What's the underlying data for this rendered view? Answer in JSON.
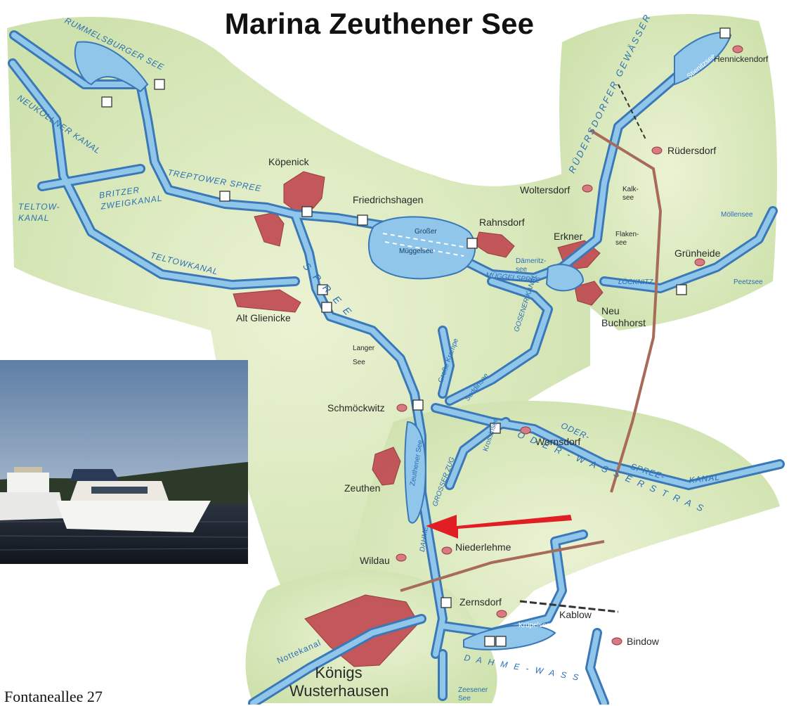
{
  "title": "Marina Zeuthener See",
  "colors": {
    "water": "#8fc6ea",
    "water_edge": "#3a78b8",
    "land": "#d8e8b8",
    "town": "#c0474f",
    "marker_arrow": "#e01e24",
    "text_water": "#2b6fb3"
  },
  "places": {
    "koepenick": "Köpenick",
    "friedrichshagen": "Friedrichshagen",
    "rahnsdorf": "Rahnsdorf",
    "woltersdorf": "Woltersdorf",
    "ruedersdorf": "Rüdersdorf",
    "hennickendorf": "Hennickendorf",
    "erkner": "Erkner",
    "gruenheide": "Grünheide",
    "neu_buchhorst": "Neu\nBuchhorst",
    "alt_glienicke": "Alt Glienicke",
    "schmoeckwitz": "Schmöckwitz",
    "wernsdorf": "Wernsdorf",
    "zeuthen": "Zeuthen",
    "niederlehme": "Niederlehme",
    "wildau": "Wildau",
    "zernsdorf": "Zernsdorf",
    "kablow": "Kablow",
    "bindow": "Bindow",
    "koenigs_wusterhausen": "Königs\nWusterhausen"
  },
  "waters": {
    "rummelsburger_see": "RUMMELSBURGER SEE",
    "neukoellner_kanal": "NEUKÖLLNER KANAL",
    "teltow_kanal": "TELTOW-\nKANAL",
    "britzer_zweigkanal": "BRITZER\nZWEIGKANAL",
    "treptower_spree": "TREPTOWER SPREE",
    "teltowkanal": "TELTOWKANAL",
    "spree": "S P R E E",
    "grosser_mueggelsee": "Großer",
    "mueggelsee": "Müggelsee",
    "mueggelspree": "MÜGGELSPREE",
    "daemeritzsee": "Dämeritz-\nsee",
    "langer_see": "Langer\nSee",
    "grosse_krampe": "Große Krampe",
    "gosener_kanal": "GOSENER KANAL",
    "seddinsee": "Seddinsee",
    "oder_spree_kanal_1": "ODER-",
    "oder_spree_kanal_2": "SPREE-",
    "oder_spree_kanal_3": "KANAL",
    "oder_wasserstrasse": "O D E R - W A S S E R S T R A S",
    "zeuthener_see": "Zeuthener See",
    "krossinsee": "Krossinsee",
    "grosser_zug": "GROSSER ZUG",
    "dahme": "DAHME",
    "dahme_wasser": "D A H M E - W A S S",
    "krueppelsee": "Krüpelsee",
    "zeesener_see": "Zeesener\nSee",
    "nottekanal": "Nottekanal",
    "ruedersdorfer_gewaesser": "RÜDERSDORFER GEWÄSSER",
    "stienitzsee": "Stienitzsee",
    "kalksee": "Kalk-\nsee",
    "flakensee": "Flaken-\nsee",
    "moellensee": "Möllensee",
    "peetzsee": "Peetzsee",
    "loecknitz": "LÖCKNITZ"
  },
  "footer_text": "Fontaneallee 27"
}
